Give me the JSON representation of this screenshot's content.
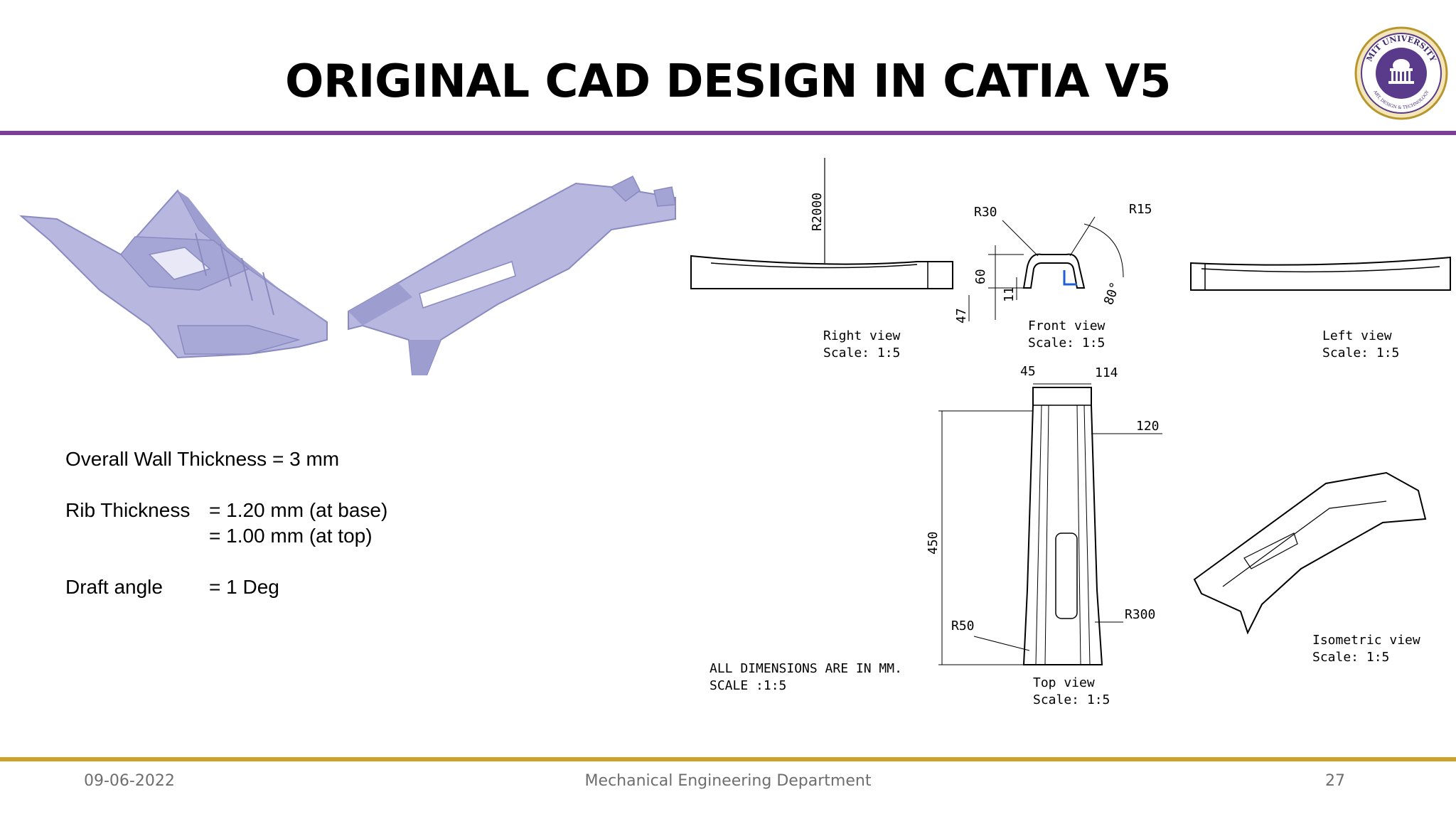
{
  "slide": {
    "title": "ORIGINAL CAD DESIGN IN CATIA V5",
    "colors": {
      "top_rule": "#7b3f98",
      "bottom_rule": "#c9a227",
      "part_fill": "#b3b3dd"
    }
  },
  "logo": {
    "text_top": "MIT UNIVERSITY",
    "text_bottom": "ART, DESIGN & TECHNOLOGY"
  },
  "specs": {
    "wall": "Overall Wall Thickness = 3 mm",
    "rib_label": "Rib Thickness",
    "rib_base": "= 1.20 mm (at base)",
    "rib_top": "= 1.00 mm (at top)",
    "draft_label": "Draft angle",
    "draft_value": "= 1 Deg"
  },
  "drawing": {
    "dims": {
      "r2000": "R2000",
      "r30": "R30",
      "r15": "R15",
      "d60": "60",
      "d11": "11",
      "d47": "47",
      "a80": "80°",
      "d45": "45",
      "d114": "114",
      "d120": "120",
      "d450": "450",
      "r50": "R50",
      "r300": "R300"
    },
    "views": {
      "right": "Right view",
      "right_scale": "Scale:  1:5",
      "front": "Front view",
      "front_scale": "Scale:  1:5",
      "left": "Left view",
      "left_scale": "Scale:  1:5",
      "top": "Top view",
      "top_scale": "Scale:  1:5",
      "iso": "Isometric view",
      "iso_scale": "Scale:  1:5"
    },
    "note1": "ALL DIMENSIONS ARE IN MM.",
    "note2": "SCALE :1:5"
  },
  "footer": {
    "date": "09-06-2022",
    "department": "Mechanical Engineering Department",
    "page": "27"
  }
}
